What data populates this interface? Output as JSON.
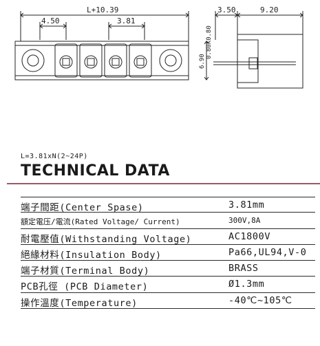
{
  "drawing": {
    "dim_total": "L+10.39",
    "dim_left": "4.50",
    "dim_pitch": "3.81",
    "dim_side_a": "3.50",
    "dim_side_b": "9.20",
    "dim_pin": "0.80X0.80",
    "dim_height": "6.90"
  },
  "formula": "L=3.81xN(2~24P)",
  "heading": "TECHNICAL DATA",
  "specs": [
    {
      "label": "端子間距(Center Spase)",
      "value": "3.81mm"
    },
    {
      "label": "額定電压/電流(Rated Voltage/ Current)",
      "value": "300V,8A"
    },
    {
      "label": "耐電壓值(Withstanding Voltage)",
      "value": "AC1800V"
    },
    {
      "label": "絕緣材料(Insulation Body)",
      "value": "Pa66,UL94,V-0"
    },
    {
      "label": "端子材質(Terminal Body)",
      "value": "BRASS"
    },
    {
      "label": "PCB孔徑 (PCB Diameter)",
      "value": "Ø1.3mm"
    },
    {
      "label": "操作溫度(Temperature)",
      "value": "-40℃~105℃"
    }
  ]
}
